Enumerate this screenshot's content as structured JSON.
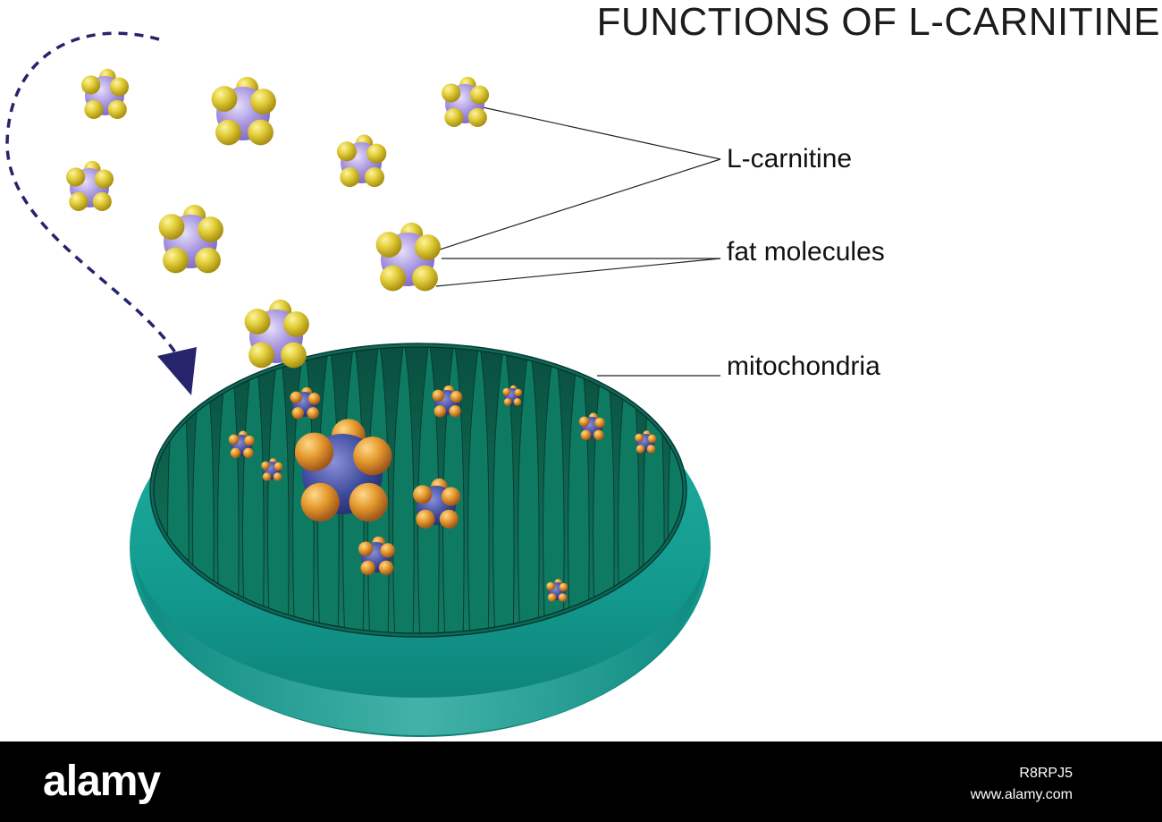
{
  "title": "FUNCTIONS OF L-CARNITINE",
  "labels": {
    "l_carnitine": "L-carnitine",
    "fat_molecules": "fat molecules",
    "mitochondria": "mitochondria"
  },
  "watermark": {
    "brand": "alamy",
    "image_id": "R8RPJ5",
    "site": "www.alamy.com"
  },
  "colors": {
    "mito_rim": "#16a49a",
    "mito_inner": "#0e6b55",
    "molecule_core": "#9c8cdc",
    "fat_gold": "#d6c23a",
    "arrow": "#26246a"
  }
}
